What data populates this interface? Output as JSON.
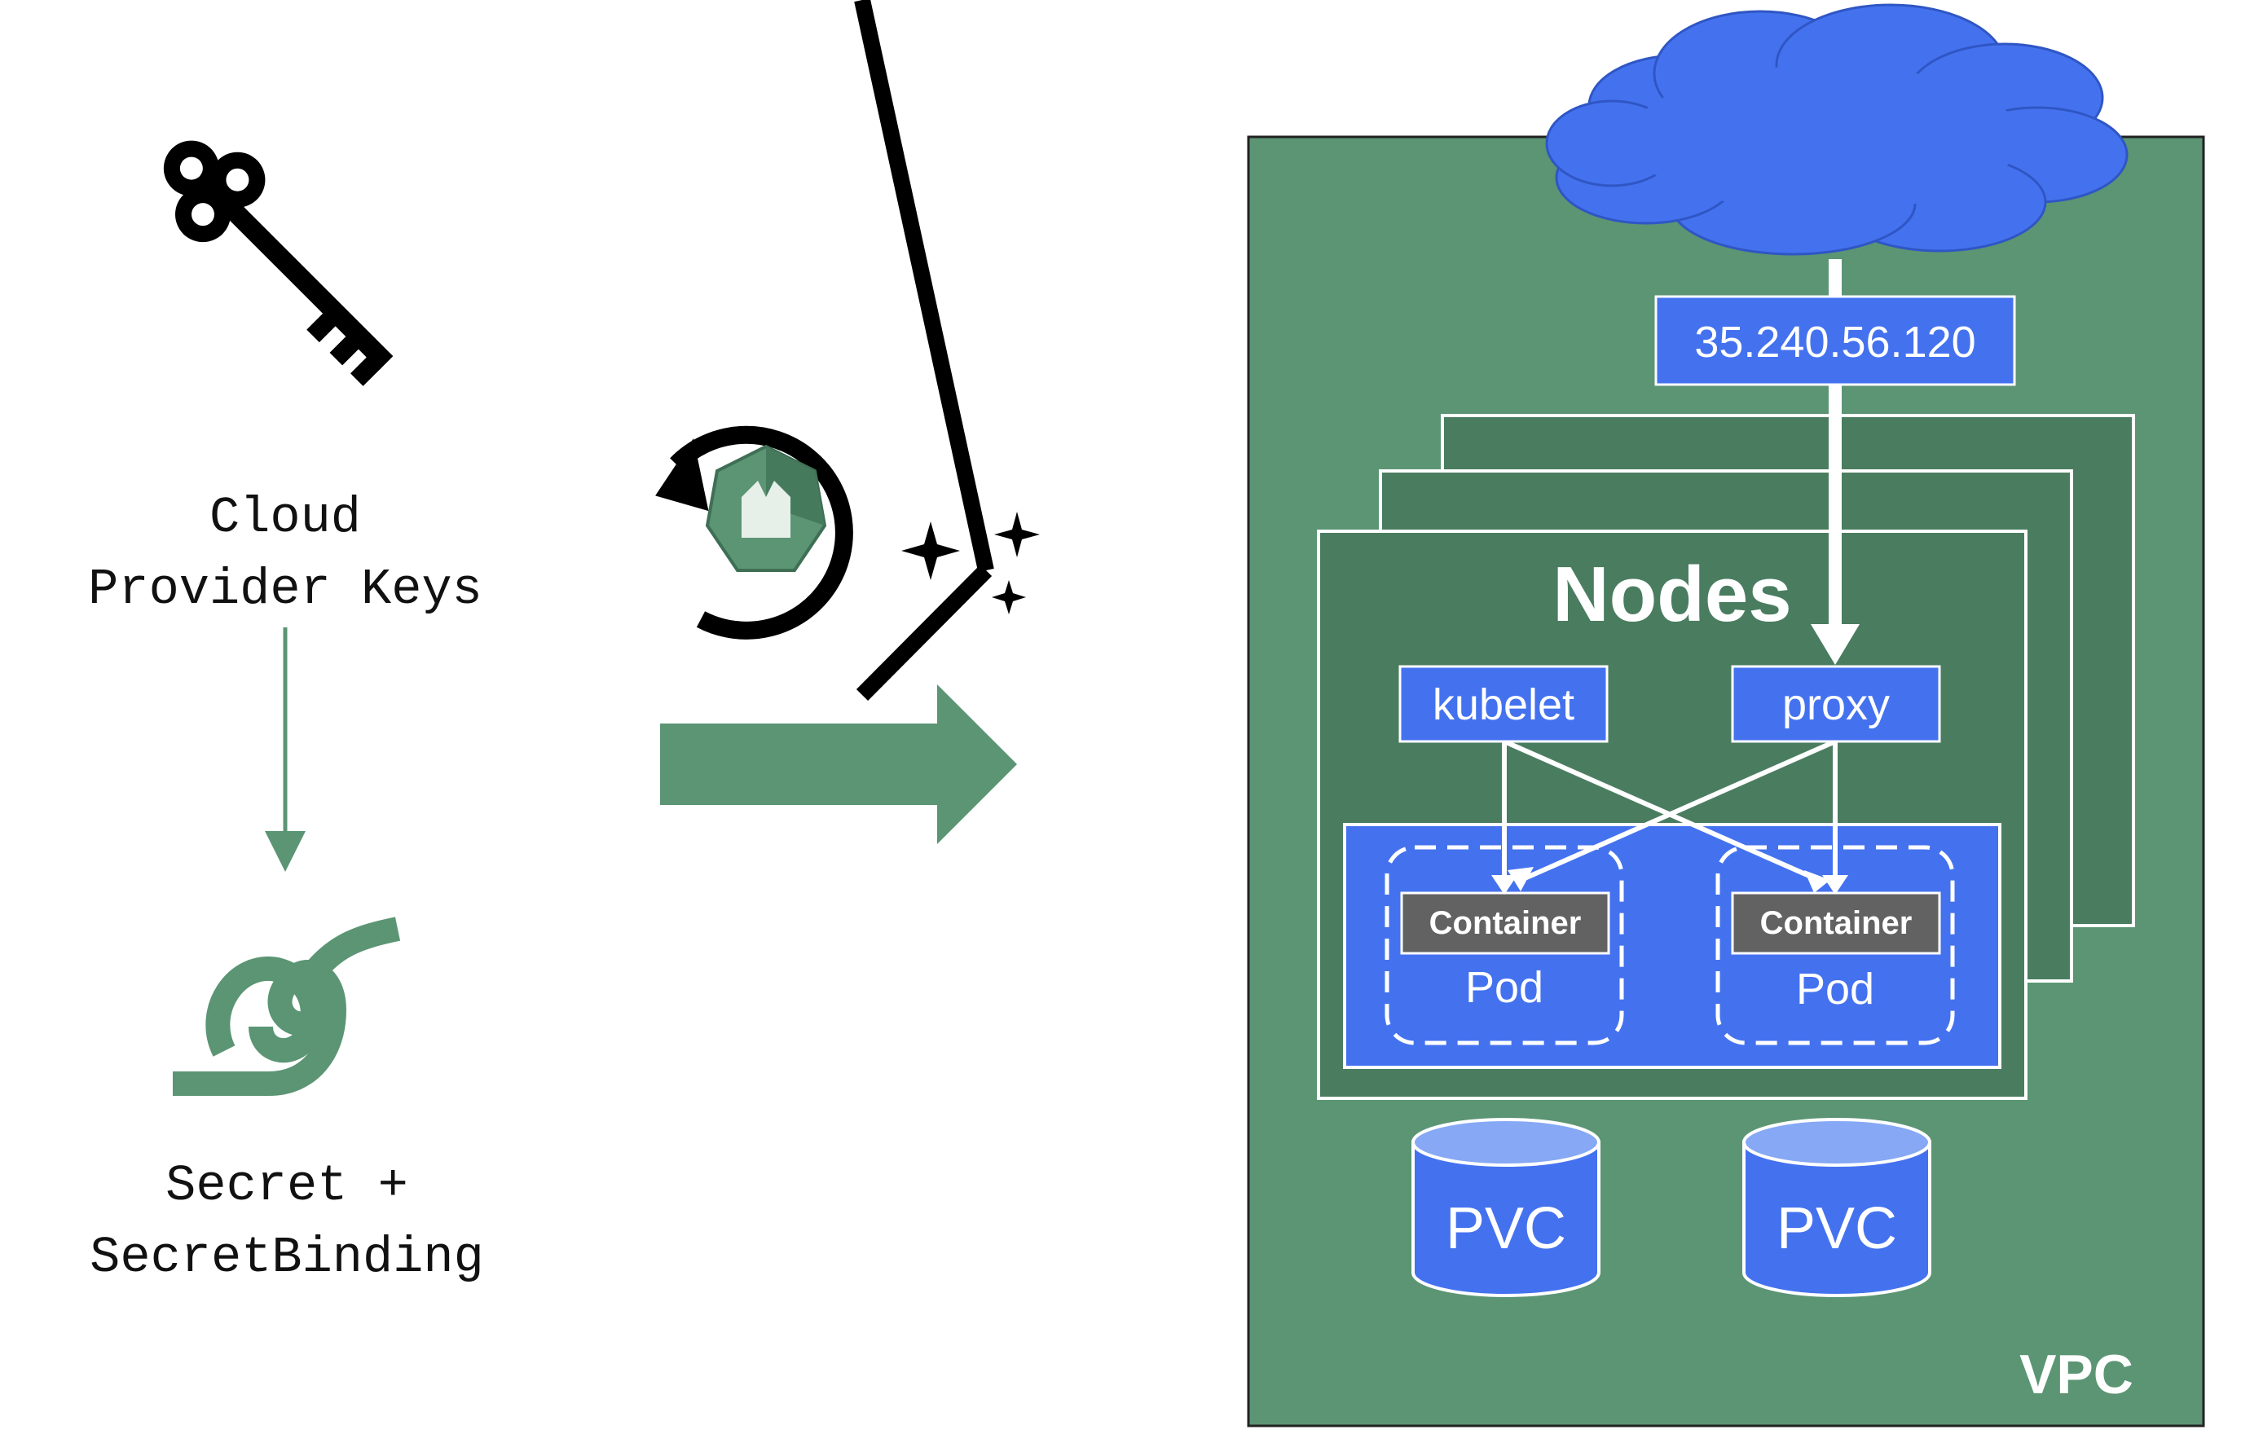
{
  "left": {
    "keys_label_line1": "Cloud",
    "keys_label_line2": "Provider Keys",
    "secret_label_line1": "Secret +",
    "secret_label_line2": "SecretBinding",
    "key_icon": "key-icon",
    "knot_icon": "knot-icon"
  },
  "middle": {
    "reconcile_icon": "gardener-reconcile-icon",
    "magic_icon": "magic-wand-icon",
    "arrow_icon": "right-arrow-icon"
  },
  "cluster": {
    "ip": "35.240.56.120",
    "nodes_title": "Nodes",
    "kubelet": "kubelet",
    "proxy": "proxy",
    "pods": [
      {
        "container": "Container",
        "pod": "Pod"
      },
      {
        "container": "Container",
        "pod": "Pod"
      }
    ],
    "volumes": [
      "PVC",
      "PVC"
    ],
    "vpc_label": "VPC",
    "cloud_icon": "cloud-icon"
  },
  "colors": {
    "green": "#5b9574",
    "dark_green": "#4a7d60",
    "blue": "#4472ef",
    "light_blue": "#86a8f5",
    "gray": "#626262"
  }
}
